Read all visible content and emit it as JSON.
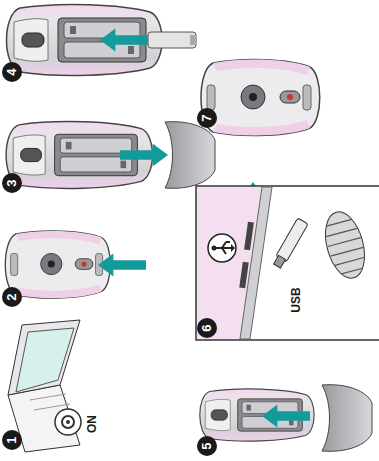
{
  "diagram": {
    "labels": [
      "1",
      "ON",
      "2",
      "3",
      "4",
      "5",
      "6",
      "USB",
      "7"
    ]
  }
}
